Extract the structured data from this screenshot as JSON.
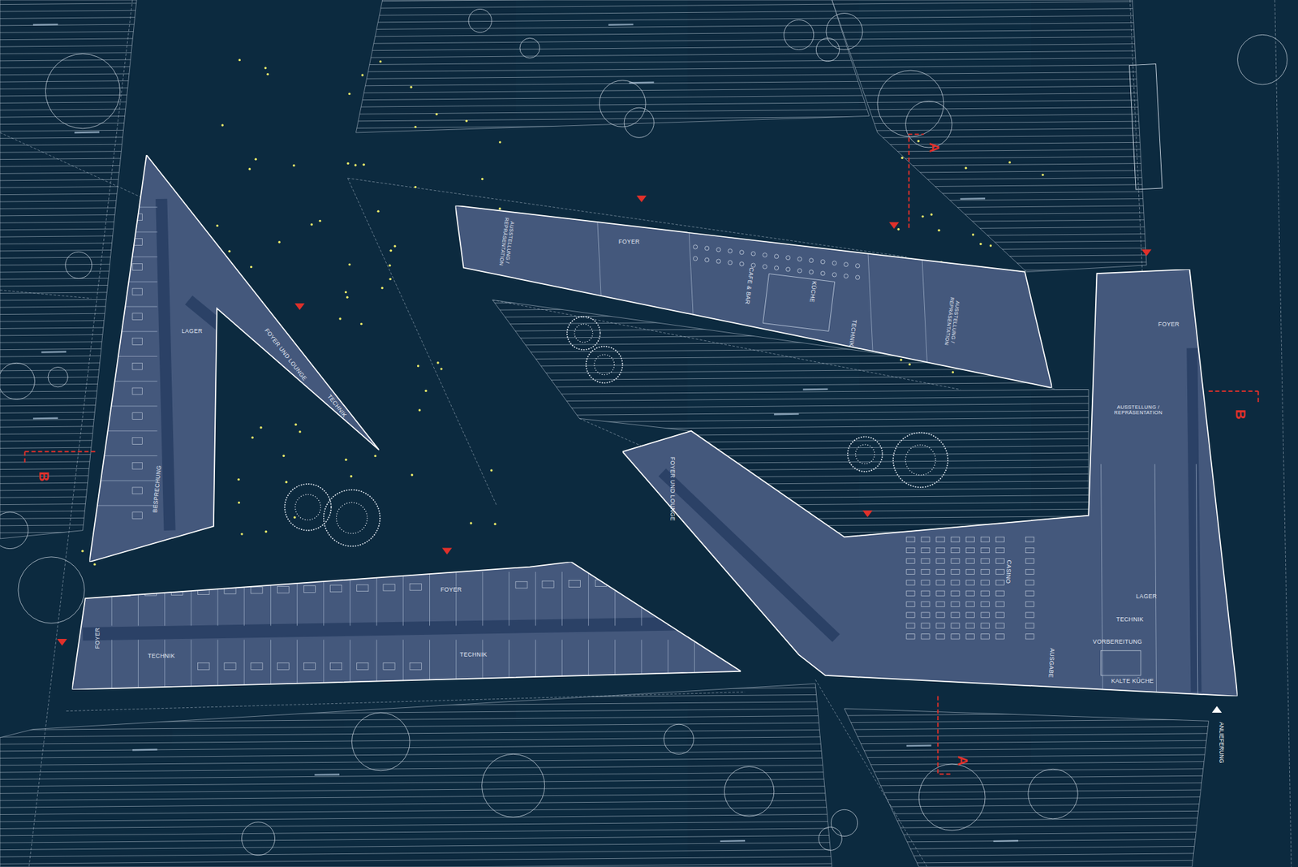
{
  "diagram": {
    "nodes": [
      {
        "text": [
          "FOYER UND LOUNGE",
          "BESPRECHUNG",
          "TECHNIK",
          "LAGER"
        ]
      },
      {
        "text": [
          "AUSSTELLUNG / REPRÄSENTATION",
          "FOYER",
          "CAFE & BAR",
          "KÜCHE",
          "TECHNIK",
          "AUSSTELLUNG / REPRÄSENTATION"
        ]
      },
      {
        "text": [
          "FOYER UND LOUNGE",
          "CASINO",
          "AUSGABE",
          "VORBEREITUNG",
          "KALTE KÜCHE",
          "TECHNIK",
          "LAGER",
          "FOYER",
          "AUSSTELLUNG / REPRÄSENTATION"
        ]
      },
      {
        "text": [
          "FOYER",
          "TECHNIK",
          "TECHNIK",
          "FOYER"
        ]
      }
    ],
    "labels": [
      "A",
      "A",
      "B",
      "B",
      "ANLIEFERUNG"
    ]
  }
}
